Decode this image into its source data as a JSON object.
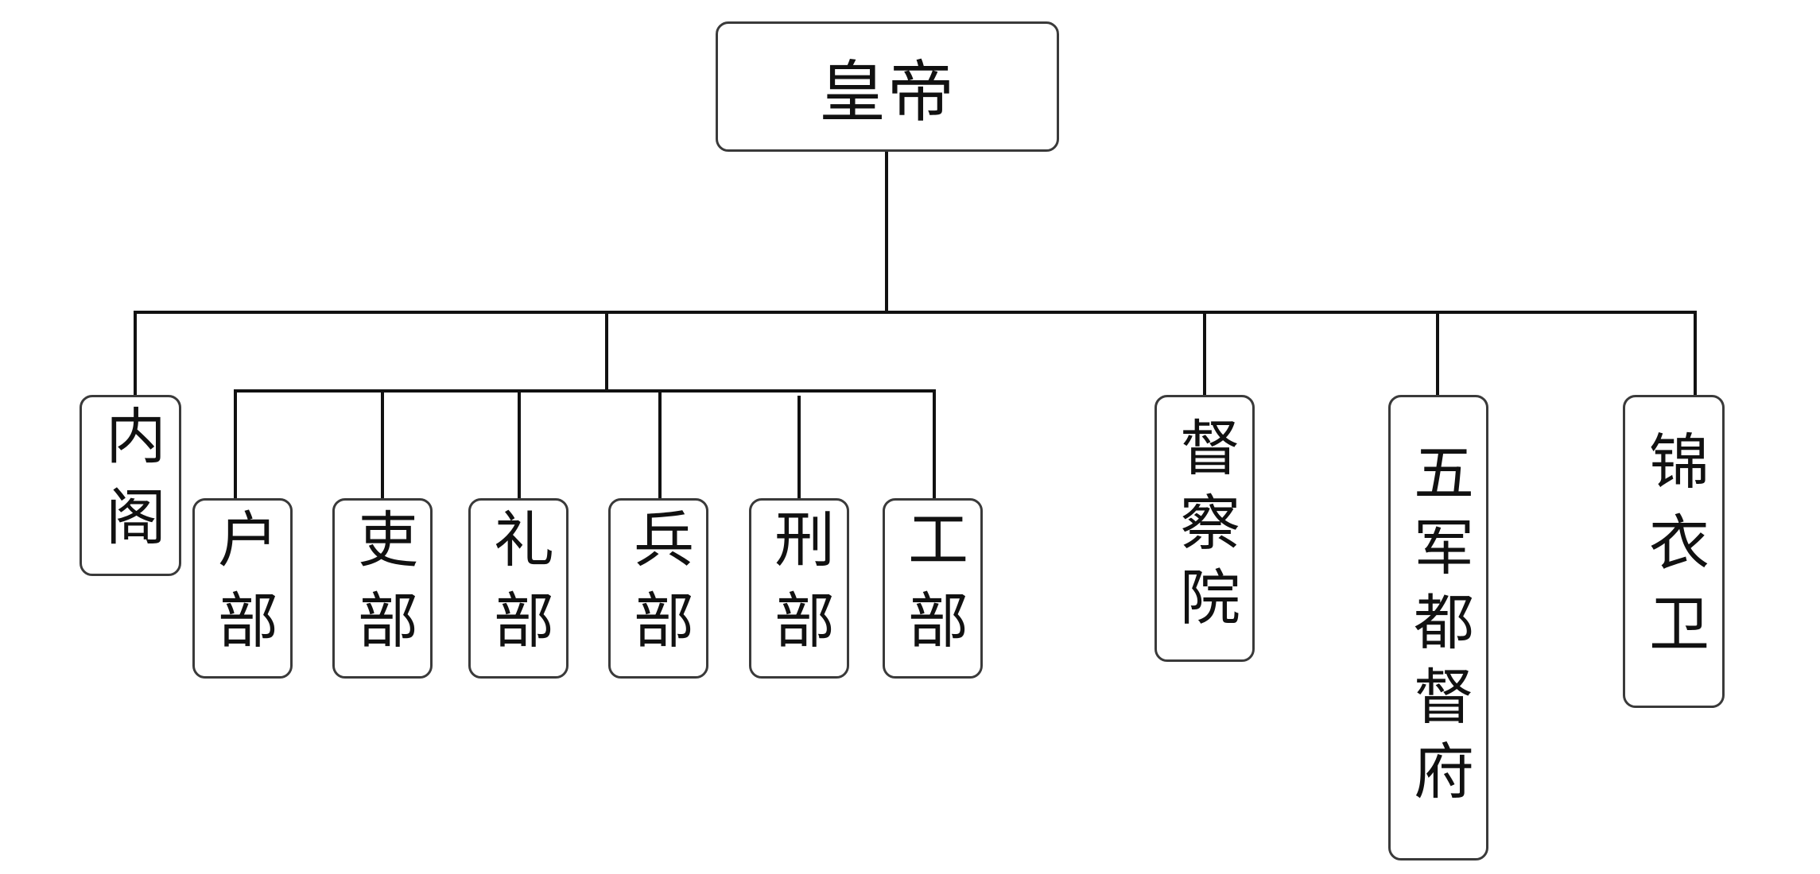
{
  "colors": {
    "line": "#111111",
    "box_border": "#3a3a3a",
    "text": "#111111",
    "background": "#ffffff"
  },
  "root": {
    "label": "皇帝"
  },
  "branches": {
    "neige": "内阁",
    "duchayuan": "督察院",
    "wujun": "五军都督府",
    "jinyiwei": "锦衣卫"
  },
  "ministries": {
    "hu": "户部",
    "li_personnel": "吏部",
    "li_rites": "礼部",
    "bing": "兵部",
    "xing": "刑部",
    "gong": "工部"
  }
}
